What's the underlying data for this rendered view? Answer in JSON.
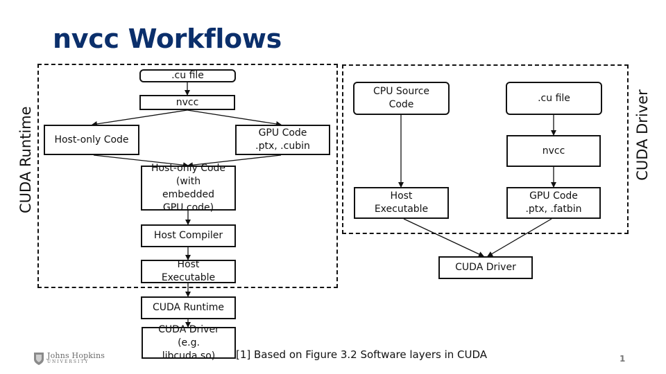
{
  "slide": {
    "title": "nvcc Workflows",
    "footnote": "[1] Based on Figure 3.2 Software layers in CUDA",
    "page_number": "1",
    "accent_color": "#0b2f6b"
  },
  "logo": {
    "line1": "Johns Hopkins",
    "line2": "UNIVERSITY"
  },
  "runtime": {
    "label": "CUDA Runtime",
    "cu_file": ".cu file",
    "nvcc": "nvcc",
    "host_only_code": "Host-only Code",
    "gpu_code_line1": "GPU Code",
    "gpu_code_line2": ".ptx, .cubin",
    "embedded_line1": "Host-only Code",
    "embedded_line2": "(with",
    "embedded_line3": "embedded",
    "embedded_line4": "GPU code)",
    "host_compiler": "Host Compiler",
    "host_exec_line1": "Host",
    "host_exec_line2": "Executable",
    "cuda_runtime": "CUDA Runtime",
    "driver_line1": "CUDA Driver",
    "driver_line2": "(e.g.",
    "driver_line3": "libcuda.so)"
  },
  "driver": {
    "label": "CUDA Driver",
    "cpu_source_line1": "CPU Source",
    "cpu_source_line2": "Code",
    "cu_file": ".cu file",
    "nvcc": "nvcc",
    "host_exec_line1": "Host",
    "host_exec_line2": "Executable",
    "gpu_code_line1": "GPU Code",
    "gpu_code_line2": ".ptx, .fatbin",
    "cuda_driver": "CUDA Driver"
  }
}
